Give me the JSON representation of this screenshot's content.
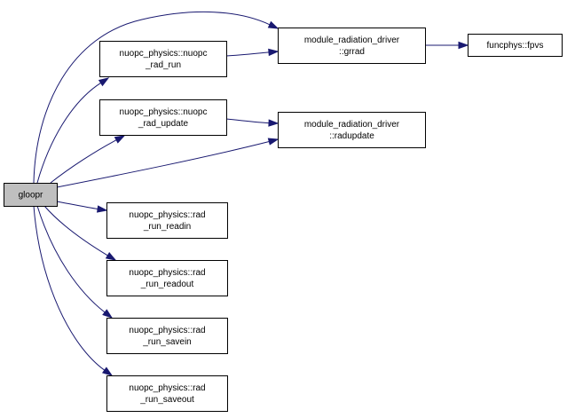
{
  "diagram": {
    "type": "call-graph",
    "colors": {
      "edge": "#191970",
      "root_fill": "#bfbfbf",
      "node_fill": "#ffffff",
      "node_border": "#000000"
    },
    "nodes": [
      {
        "id": "gloopr",
        "lines": [
          "gloopr"
        ],
        "root": true
      },
      {
        "id": "nuopc_rad_run",
        "lines": [
          "nuopc_physics::nuopc",
          "_rad_run"
        ]
      },
      {
        "id": "nuopc_rad_update",
        "lines": [
          "nuopc_physics::nuopc",
          "_rad_update"
        ]
      },
      {
        "id": "grrad",
        "lines": [
          "module_radiation_driver",
          "::grrad"
        ]
      },
      {
        "id": "radupdate",
        "lines": [
          "module_radiation_driver",
          "::radupdate"
        ]
      },
      {
        "id": "fpvs",
        "lines": [
          "funcphys::fpvs"
        ]
      },
      {
        "id": "rad_run_readin",
        "lines": [
          "nuopc_physics::rad",
          "_run_readin"
        ]
      },
      {
        "id": "rad_run_readout",
        "lines": [
          "nuopc_physics::rad",
          "_run_readout"
        ]
      },
      {
        "id": "rad_run_savein",
        "lines": [
          "nuopc_physics::rad",
          "_run_savein"
        ]
      },
      {
        "id": "rad_run_saveout",
        "lines": [
          "nuopc_physics::rad",
          "_run_saveout"
        ]
      }
    ],
    "edges": [
      {
        "from": "gloopr",
        "to": "grrad"
      },
      {
        "from": "gloopr",
        "to": "nuopc_rad_run"
      },
      {
        "from": "gloopr",
        "to": "nuopc_rad_update"
      },
      {
        "from": "gloopr",
        "to": "radupdate"
      },
      {
        "from": "gloopr",
        "to": "rad_run_readin"
      },
      {
        "from": "gloopr",
        "to": "rad_run_readout"
      },
      {
        "from": "gloopr",
        "to": "rad_run_savein"
      },
      {
        "from": "gloopr",
        "to": "rad_run_saveout"
      },
      {
        "from": "nuopc_rad_run",
        "to": "grrad"
      },
      {
        "from": "nuopc_rad_update",
        "to": "radupdate"
      },
      {
        "from": "grrad",
        "to": "fpvs"
      }
    ]
  }
}
